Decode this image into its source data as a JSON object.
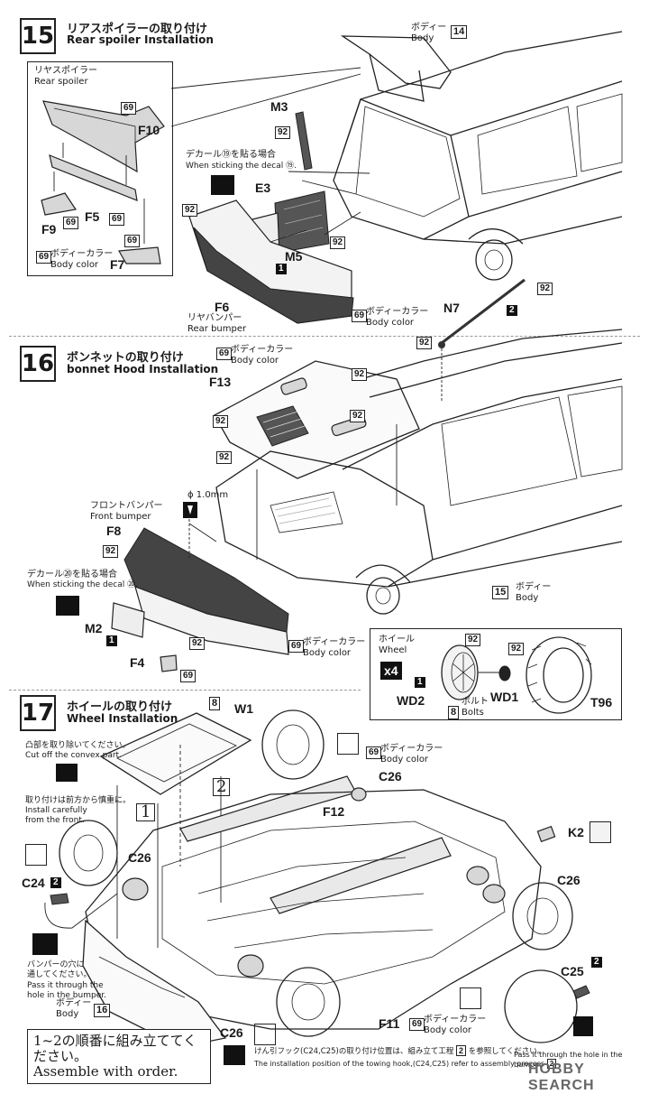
{
  "step15": {
    "number": "15",
    "title_jp": "リアスポイラーの取り付け",
    "title_en": "Rear spoiler Installation",
    "spoiler_label_jp": "リヤスポイラー",
    "spoiler_label_en": "Rear spoiler",
    "body_jp": "ボディー",
    "body_en": "Body",
    "body_step": "14",
    "parts": [
      "F10",
      "F9",
      "F5",
      "F7",
      "M3",
      "E3",
      "M5",
      "F6"
    ],
    "paint_69": "69",
    "paint_92": "92",
    "body_color_jp": "ボディーカラー",
    "body_color_en": "Body color",
    "decal_jp": "デカール⑲を貼る場合",
    "decal_en": "When sticking the decal ⑲.",
    "rear_bumper_jp": "リヤバンパー",
    "rear_bumper_en": "Rear bumper",
    "tag_1": "1"
  },
  "step16": {
    "number": "16",
    "title_jp": "ボンネットの取り付け",
    "title_en": "bonnet Hood Installation",
    "parts": [
      "F13",
      "N7",
      "F8",
      "M2",
      "F4"
    ],
    "tag_2": "2",
    "tag_1": "1",
    "diameter": "ϕ 1.0mm",
    "front_bumper_jp": "フロントバンパー",
    "front_bumper_en": "Front bumper",
    "decal_jp": "デカール⑳を貼る場合",
    "decal_en": "When sticking the decal ⑳.",
    "body_step": "15",
    "body_jp": "ボディー",
    "body_en": "Body",
    "wheel_jp": "ホイール",
    "wheel_en": "Wheel",
    "wheel_count": "x4",
    "wheel_parts": [
      "WD2",
      "WD1",
      "T96"
    ],
    "bolt_jp": "ボルト",
    "bolt_en": "Bolts",
    "bolt_tag": "8"
  },
  "step17": {
    "number": "17",
    "title_jp": "ホイールの取り付け",
    "title_en": "Wheel Installation",
    "w1": "W1",
    "w1_tag": "8",
    "cut_jp": "凸部を取り除いてください。",
    "cut_en": "Cut off the convex part.",
    "front_jp": "取り付けは前方から慎重に。",
    "front_en": "Install carefully from the front.",
    "parts": [
      "C26",
      "F12",
      "K2",
      "C24",
      "F11",
      "C25"
    ],
    "marker_1": "1",
    "marker_2": "2",
    "pass_jp": "バンパーの穴に通してください。",
    "pass_en": "Pass it through the hole in the bumper.",
    "pass2_en": "Pass it through the hole in the bumper.",
    "bumper_hole_jp": "バンパーの穴に",
    "bumper_hole_jp2": "通してください。",
    "pass_it_en": "Pass it through the",
    "hole_en": "hole in the bumper.",
    "body_step": "16",
    "body_jp": "ボディー",
    "body_en": "Body",
    "order_jp": "1~2の順番に組み立ててください。",
    "order_en": "Assemble with order.",
    "tow_jp": "けん引フック(C24,C25)の取り付け位置は、組み立て工程",
    "tow_jp_2": "を参照してください。",
    "tow_en": "The installation position of the towing hook,(C24,C25) refer to assembly process",
    "tow_step": "2",
    "tow_step_en": "2"
  },
  "watermark": "HOBBY SEARCH"
}
